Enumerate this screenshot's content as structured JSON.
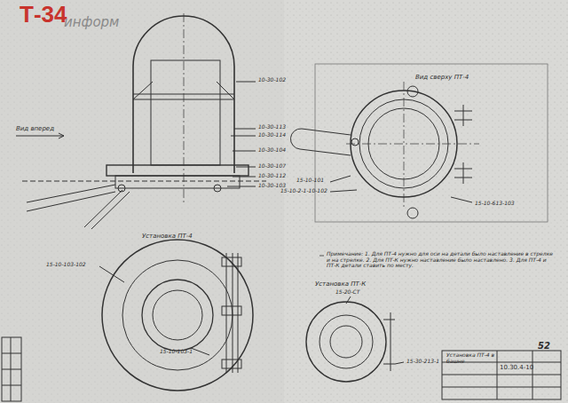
{
  "diagram": {
    "labels": [
      "Т-34",
      "информ",
      "Вид вперед",
      "Вид сверху ПТ-4",
      "Установка ПТ-4",
      "Установка ПТ-К",
      "10-30-102",
      "10-30-113",
      "10-30-114",
      "10-30-104",
      "10-30-107",
      "10-30-112",
      "10-30-103",
      "15-10-101",
      "15-10-2-1-10-102",
      "15-10-613-103",
      "15-10-103-102",
      "15-10-103-1",
      "15-20-СТ",
      "15-30-213-1",
      "Примечание: 1. Для ПТ-4 нужно для оси на детали было наставление в стрелке и на стрелке. 2. Для ПТ-К нужно наставление было наставлено. 3. Для ПТ-4 и ПТ-К детали ставить по месту.",
      "Установка ПТ-4 в башне",
      "10.30.4-10",
      "52"
    ]
  }
}
